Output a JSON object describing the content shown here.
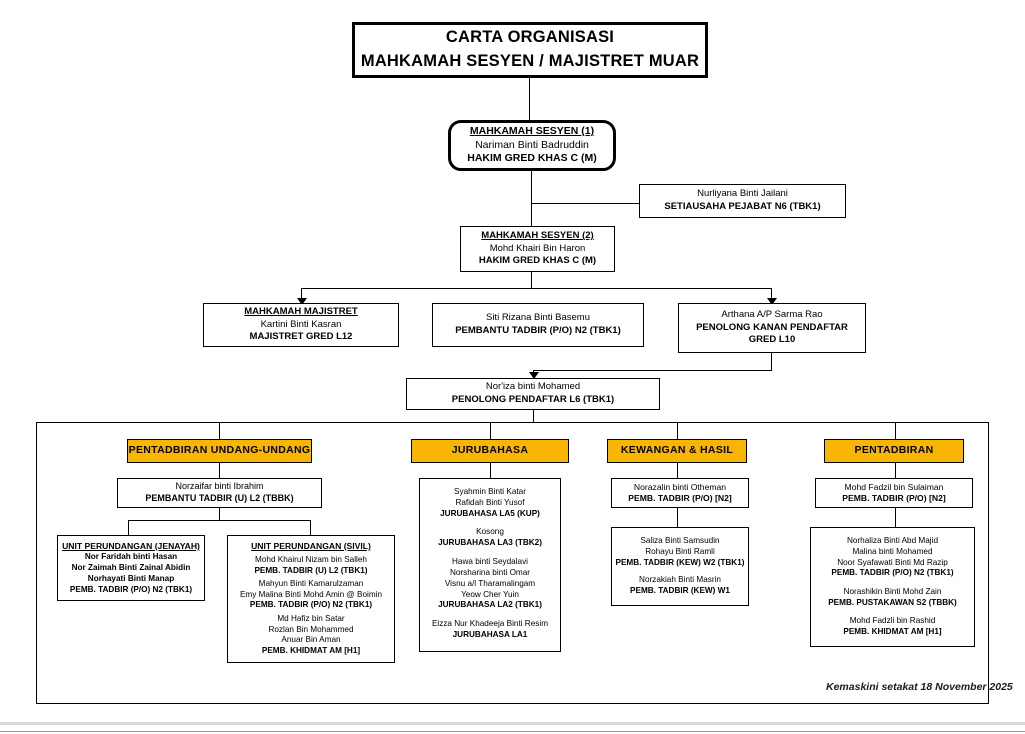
{
  "title": {
    "line1": "CARTA ORGANISASI",
    "line2": "MAHKAMAH SESYEN / MAJISTRET MUAR"
  },
  "colors": {
    "department_header": "#F8B603",
    "border": "#000000",
    "background": "#FFFFFF"
  },
  "nodes": {
    "sesyen1": {
      "heading": "MAHKAMAH  SESYEN (1)",
      "name": "Nariman Binti Badruddin",
      "position": "HAKIM GRED KHAS C  (M)"
    },
    "setiausaha": {
      "name": "Nurliyana Binti Jailani",
      "position": "SETIAUSAHA PEJABAT N6 (TBK1)"
    },
    "sesyen2": {
      "heading": "MAHKAMAH SESYEN (2)",
      "name": "Mohd Khairi Bin Haron",
      "position": "HAKIM GRED KHAS C (M)"
    },
    "majistret": {
      "heading": "MAHKAMAH MAJISTRET",
      "name": "Kartini Binti Kasran",
      "position": "MAJISTRET GRED L12"
    },
    "pembantu_tadbir": {
      "name": "Siti Rizana Binti Basemu",
      "position": "PEMBANTU TADBIR (P/O)  N2 (TBK1)"
    },
    "penolong_kanan": {
      "name": "Arthana A/P Sarma Rao",
      "position1": "PENOLONG KANAN PENDAFTAR",
      "position2": "GRED L10"
    },
    "penolong_pendaftar": {
      "name": "Nor'iza binti Mohamed",
      "position": "PENOLONG PENDAFTAR L6 (TBK1)"
    }
  },
  "departments": [
    {
      "header": "PENTADBIRAN UNDANG-UNDANG",
      "lead": {
        "name": "Norzaifar binti Ibrahim",
        "position": "PEMBANTU TADBIR (U) L2 (TBBK)"
      },
      "units": [
        {
          "title": "UNIT PERUNDANGAN (JENAYAH)",
          "groups": [
            {
              "names": [
                "Nor Faridah binti Hasan",
                "Nor Zaimah Binti Zainal Abidin",
                "Norhayati Binti Manap"
              ],
              "position": "PEMB. TADBIR (P/O) N2 (TBK1)"
            }
          ]
        },
        {
          "title": "UNIT PERUNDANGAN (SIVIL)",
          "groups": [
            {
              "names": [
                "Mohd Khairul Nizam bin Salleh"
              ],
              "position": "PEMB. TADBIR (U) L2 (TBK1)"
            },
            {
              "names": [
                "Mahyun Binti Kamarulzaman",
                "Emy Malina Binti Mohd Amin @ Boimin"
              ],
              "position": "PEMB. TADBIR (P/O) N2 (TBK1)"
            },
            {
              "names": [
                "Md Hafiz bin Satar",
                "Rozlan Bin Mohammed",
                "Anuar Bin Aman"
              ],
              "position": "PEMB. KHIDMAT AM [H1]"
            }
          ]
        }
      ]
    },
    {
      "header": "JURUBAHASA",
      "staff_groups": [
        {
          "names": [
            "Syahmin Binti Katar",
            "Rafidah Binti Yusof"
          ],
          "position": "JURUBAHASA LA5 (KUP)"
        },
        {
          "names": [
            "Kosong"
          ],
          "position": "JURUBAHASA  LA3 (TBK2)"
        },
        {
          "names": [
            "Hawa binti Seydalavi",
            "Norsharina binti Omar",
            "Visnu a/l Tharamalingam",
            "Yeow Cher Yuin"
          ],
          "position": "JURUBAHASA  LA2 (TBK1)"
        },
        {
          "names": [
            "Eizza Nur Khadeeja Binti Resim"
          ],
          "position": "JURUBAHASA LA1"
        }
      ]
    },
    {
      "header": "KEWANGAN & HASIL",
      "lead": {
        "name": "Norazalin binti Otheman",
        "position": "PEMB. TADBIR (P/O) [N2]"
      },
      "staff_groups": [
        {
          "names": [
            "Saliza Binti Samsudin",
            "Rohayu Binti Ramli"
          ],
          "position": "PEMB. TADBIR (KEW) W2 (TBK1)"
        },
        {
          "names": [
            "Norzakiah Binti Masrin"
          ],
          "position": "PEMB. TADBIR (KEW) W1"
        }
      ]
    },
    {
      "header": "PENTADBIRAN",
      "lead": {
        "name": "Mohd Fadzil bin Sulaiman",
        "position": "PEMB. TADBIR (P/O) [N2]"
      },
      "staff_groups": [
        {
          "names": [
            "Norhaliza Binti Abd Majid",
            "Malina binti Mohamed",
            "Noor Syafawati Binti Md Razip"
          ],
          "position": "PEMB. TADBIR (P/O) N2 (TBK1)"
        },
        {
          "names": [
            "Norashikin Binti Mohd Zain"
          ],
          "position": "PEMB.  PUSTAKAWAN S2 (TBBK)"
        },
        {
          "names": [
            "Mohd Fadzli bin Rashid"
          ],
          "position": "PEMB.  KHIDMAT AM [H1]"
        }
      ]
    }
  ],
  "footer": {
    "note": "Kemaskini setakat 18 November 2025"
  }
}
